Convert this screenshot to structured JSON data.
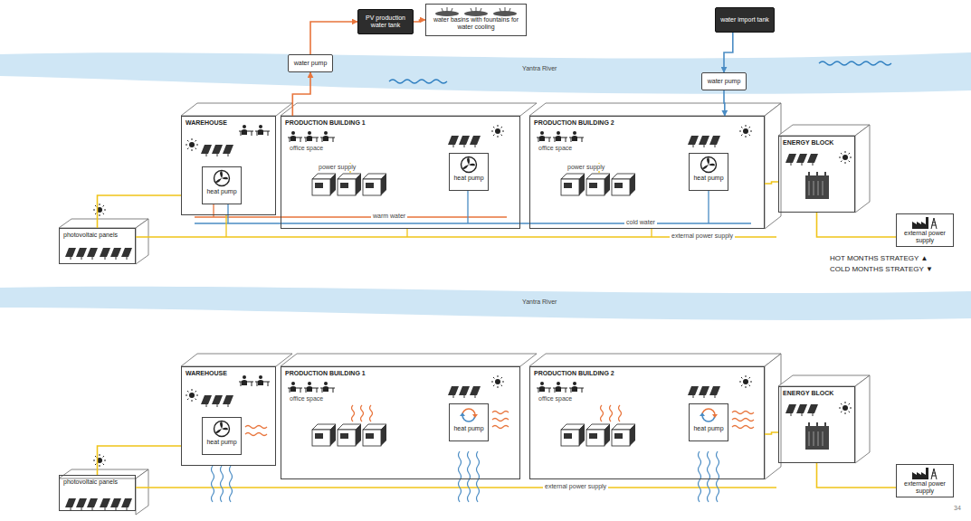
{
  "diagram": {
    "nodes": [
      {
        "text": [
          "WAREHOUSE"
        ]
      },
      {
        "text": [
          "PRODUCTION BUILDING 1"
        ]
      },
      {
        "text": [
          "PRODUCTION BUILDING 2"
        ]
      },
      {
        "text": [
          "ENERGY BLOCK"
        ]
      },
      {
        "text": [
          "heat pump"
        ],
        "in": 0
      },
      {
        "text": [
          "heat pump"
        ],
        "in": 1
      },
      {
        "text": [
          "heat pump"
        ],
        "in": 2
      },
      {
        "text": [
          "photovoltaic panels"
        ]
      },
      {
        "text": [
          "water pump"
        ]
      },
      {
        "text": [
          "PV production water tank"
        ]
      },
      {
        "text": [
          "water basins with fountains for water cooling"
        ]
      },
      {
        "text": [
          "water import tank"
        ]
      },
      {
        "text": [
          "water pump"
        ]
      },
      {
        "text": [
          "external power supply"
        ]
      },
      {
        "text": [
          "WAREHOUSE"
        ]
      },
      {
        "text": [
          "PRODUCTION BUILDING 1"
        ]
      },
      {
        "text": [
          "PRODUCTION BUILDING 2"
        ]
      },
      {
        "text": [
          "ENERGY BLOCK"
        ]
      },
      {
        "text": [
          "heat pump"
        ],
        "in": 14
      },
      {
        "text": [
          "heat pump"
        ],
        "in": 15
      },
      {
        "text": [
          "heat pump"
        ],
        "in": 16
      },
      {
        "text": [
          "photovoltaic panels"
        ]
      },
      {
        "text": [
          "external power supply"
        ]
      }
    ],
    "edges": [
      {
        "from": 7,
        "to": 0,
        "arrow": "none"
      },
      {
        "from": 3,
        "to": 2,
        "arrow": "none"
      },
      {
        "from": 13,
        "to": 3,
        "arrow": "none"
      },
      {
        "from": 1,
        "to": 8,
        "arrow": "to"
      },
      {
        "from": 8,
        "to": 9,
        "arrow": "to"
      },
      {
        "from": 9,
        "to": 10,
        "arrow": "to"
      },
      {
        "from": 11,
        "to": 12,
        "arrow": "to"
      },
      {
        "from": 12,
        "to": 2,
        "arrow": "to"
      },
      {
        "from": 21,
        "to": 14,
        "arrow": "none"
      },
      {
        "from": 17,
        "to": 16,
        "arrow": "none"
      },
      {
        "from": 22,
        "to": 17,
        "arrow": "none"
      }
    ],
    "labels": [
      "Yantra River",
      "office space",
      "power supply",
      "office space",
      "power supply",
      "warm water",
      "cold water",
      "external power supply",
      "HOT MONTHS STRATEGY ▲",
      "COLD MONTHS STRATEGY ▼",
      "Yantra River",
      "office space",
      "office space",
      "external power supply",
      "34"
    ]
  }
}
